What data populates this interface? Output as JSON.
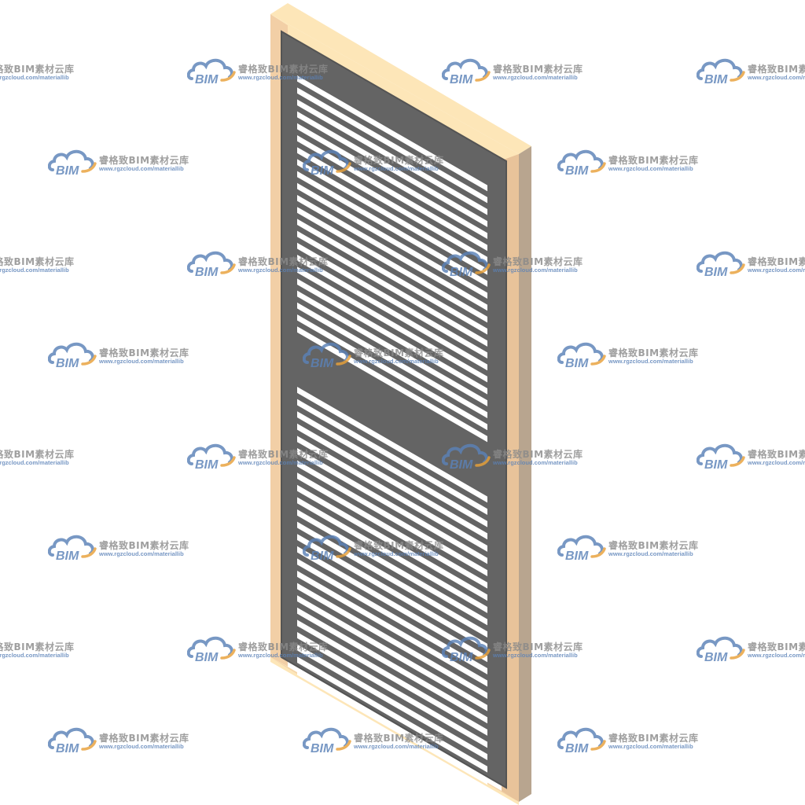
{
  "colors": {
    "frame_light": "#fde6b8",
    "frame_front": "#f2cfa6",
    "frame_side": "#e8c39a",
    "frame_shadow": "#b8a58f",
    "panel": "#646464",
    "panel_edge": "#545454",
    "slat_gap": "#ffffff",
    "watermark_text": "#8a8a8a",
    "watermark_url": "#5b82b8",
    "watermark_cloud": "#5b82b8",
    "watermark_swoosh": "#e8a13a"
  },
  "watermark": {
    "name": "睿格致BIM素材云库",
    "url": "www.rgzcloud.com/materiallib",
    "logo_text": "BIM",
    "logo_icon": "cloud-icon"
  },
  "door": {
    "type": "louvered-door",
    "upper_louver_count": 22,
    "lower_louver_count": 24
  }
}
